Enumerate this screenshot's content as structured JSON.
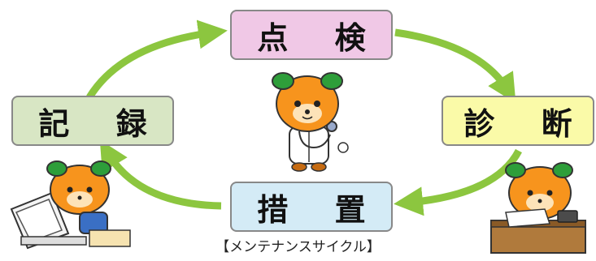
{
  "cycle": {
    "top": {
      "label": "点 検",
      "color": "#f0c8e6"
    },
    "right": {
      "label": "診 断",
      "color": "#fafaa8"
    },
    "bottom": {
      "label": "措 置",
      "color": "#d4ebf6"
    },
    "left": {
      "label": "記 録",
      "color": "#d8e6c4"
    }
  },
  "arrow_color": "#8cc63f",
  "caption": "【メンテナンスサイクル】",
  "mascots": [
    "doctor-mascot",
    "computer-mascot",
    "desk-writing-mascot"
  ]
}
